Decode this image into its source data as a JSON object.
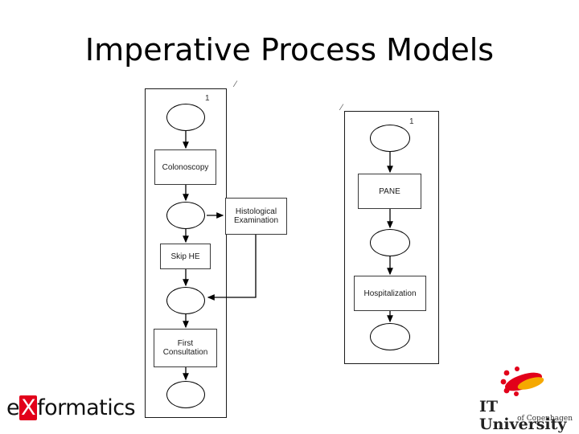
{
  "slide": {
    "title": "Imperative Process Models"
  },
  "diagrams": [
    {
      "id": "colonoscopy-net",
      "token_label": "1",
      "nodes": [
        {
          "kind": "place",
          "label": ""
        },
        {
          "kind": "transition",
          "label": "Colonoscopy"
        },
        {
          "kind": "place",
          "label": ""
        },
        {
          "kind": "transition",
          "label": "Histological Examination"
        },
        {
          "kind": "transition",
          "label": "Skip HE"
        },
        {
          "kind": "place",
          "label": ""
        },
        {
          "kind": "transition",
          "label": "First Consultation"
        },
        {
          "kind": "place",
          "label": ""
        }
      ]
    },
    {
      "id": "pane-net",
      "token_label": "1",
      "nodes": [
        {
          "kind": "place",
          "label": ""
        },
        {
          "kind": "transition",
          "label": "PANE"
        },
        {
          "kind": "place",
          "label": ""
        },
        {
          "kind": "transition",
          "label": "Hospitalization"
        },
        {
          "kind": "place",
          "label": ""
        }
      ]
    }
  ],
  "logos": {
    "exformatics": {
      "pre": "e",
      "accent": "X",
      "post": "formatics"
    },
    "itu": {
      "name": "IT University",
      "sub": "of Copenhagen",
      "accent_color": "#e2001a"
    }
  }
}
